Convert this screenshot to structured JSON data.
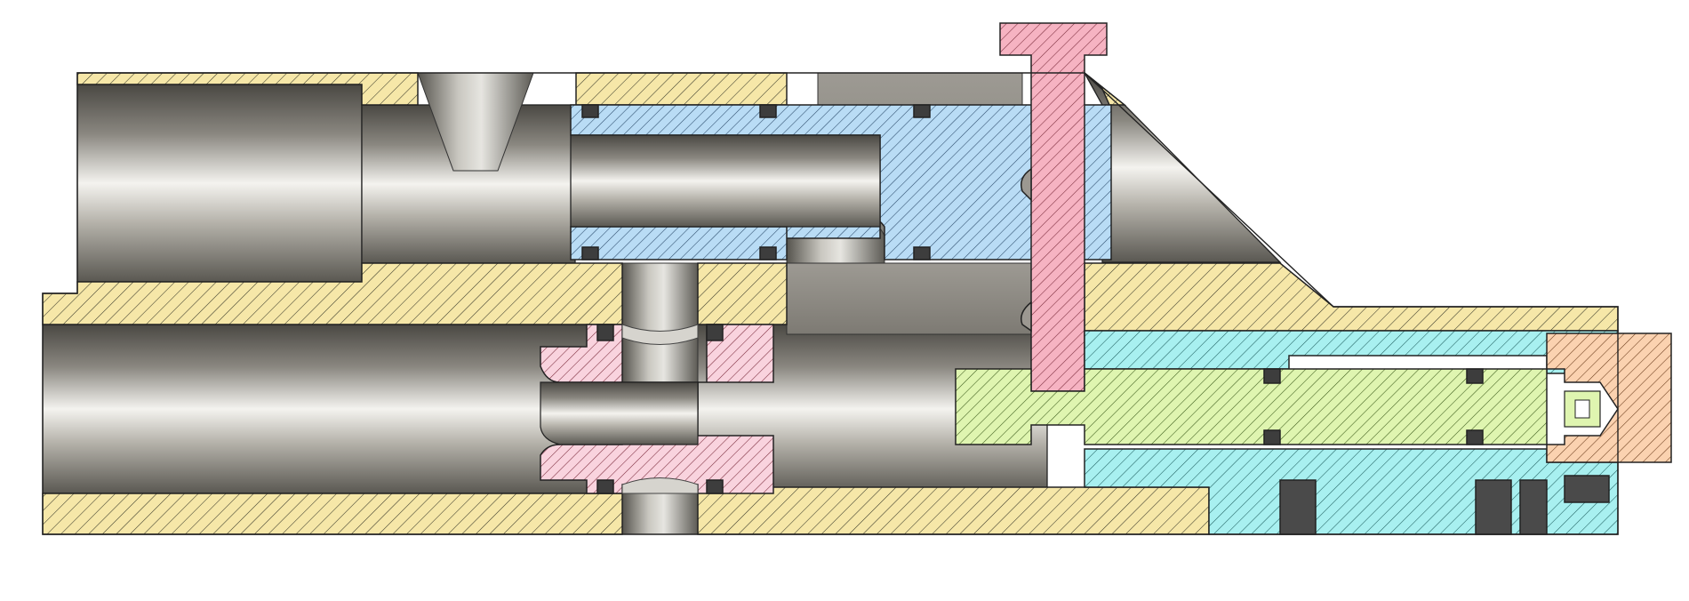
{
  "diagram": {
    "kind": "cross-section mechanical assembly",
    "parts": [
      {
        "id": "housing",
        "material_color": "#f6e7a8",
        "hatch": "#3a3a2a"
      },
      {
        "id": "piston",
        "material_color": "#b9dcf5",
        "hatch": "#2a4a6a"
      },
      {
        "id": "trigger-pin",
        "material_color": "#f6b3c2",
        "hatch": "#7a2a3a"
      },
      {
        "id": "fitting",
        "material_color": "#f9d3de",
        "hatch": "#7a2a3a"
      },
      {
        "id": "valve-body",
        "material_color": "#a8f0f0",
        "hatch": "#1f5f5f"
      },
      {
        "id": "valve-stem",
        "material_color": "#dff5b0",
        "hatch": "#3a5a1a"
      },
      {
        "id": "end-cap",
        "material_color": "#fbd2b0",
        "hatch": "#6a3a1a"
      }
    ],
    "bore_color": "#8e8b84"
  }
}
